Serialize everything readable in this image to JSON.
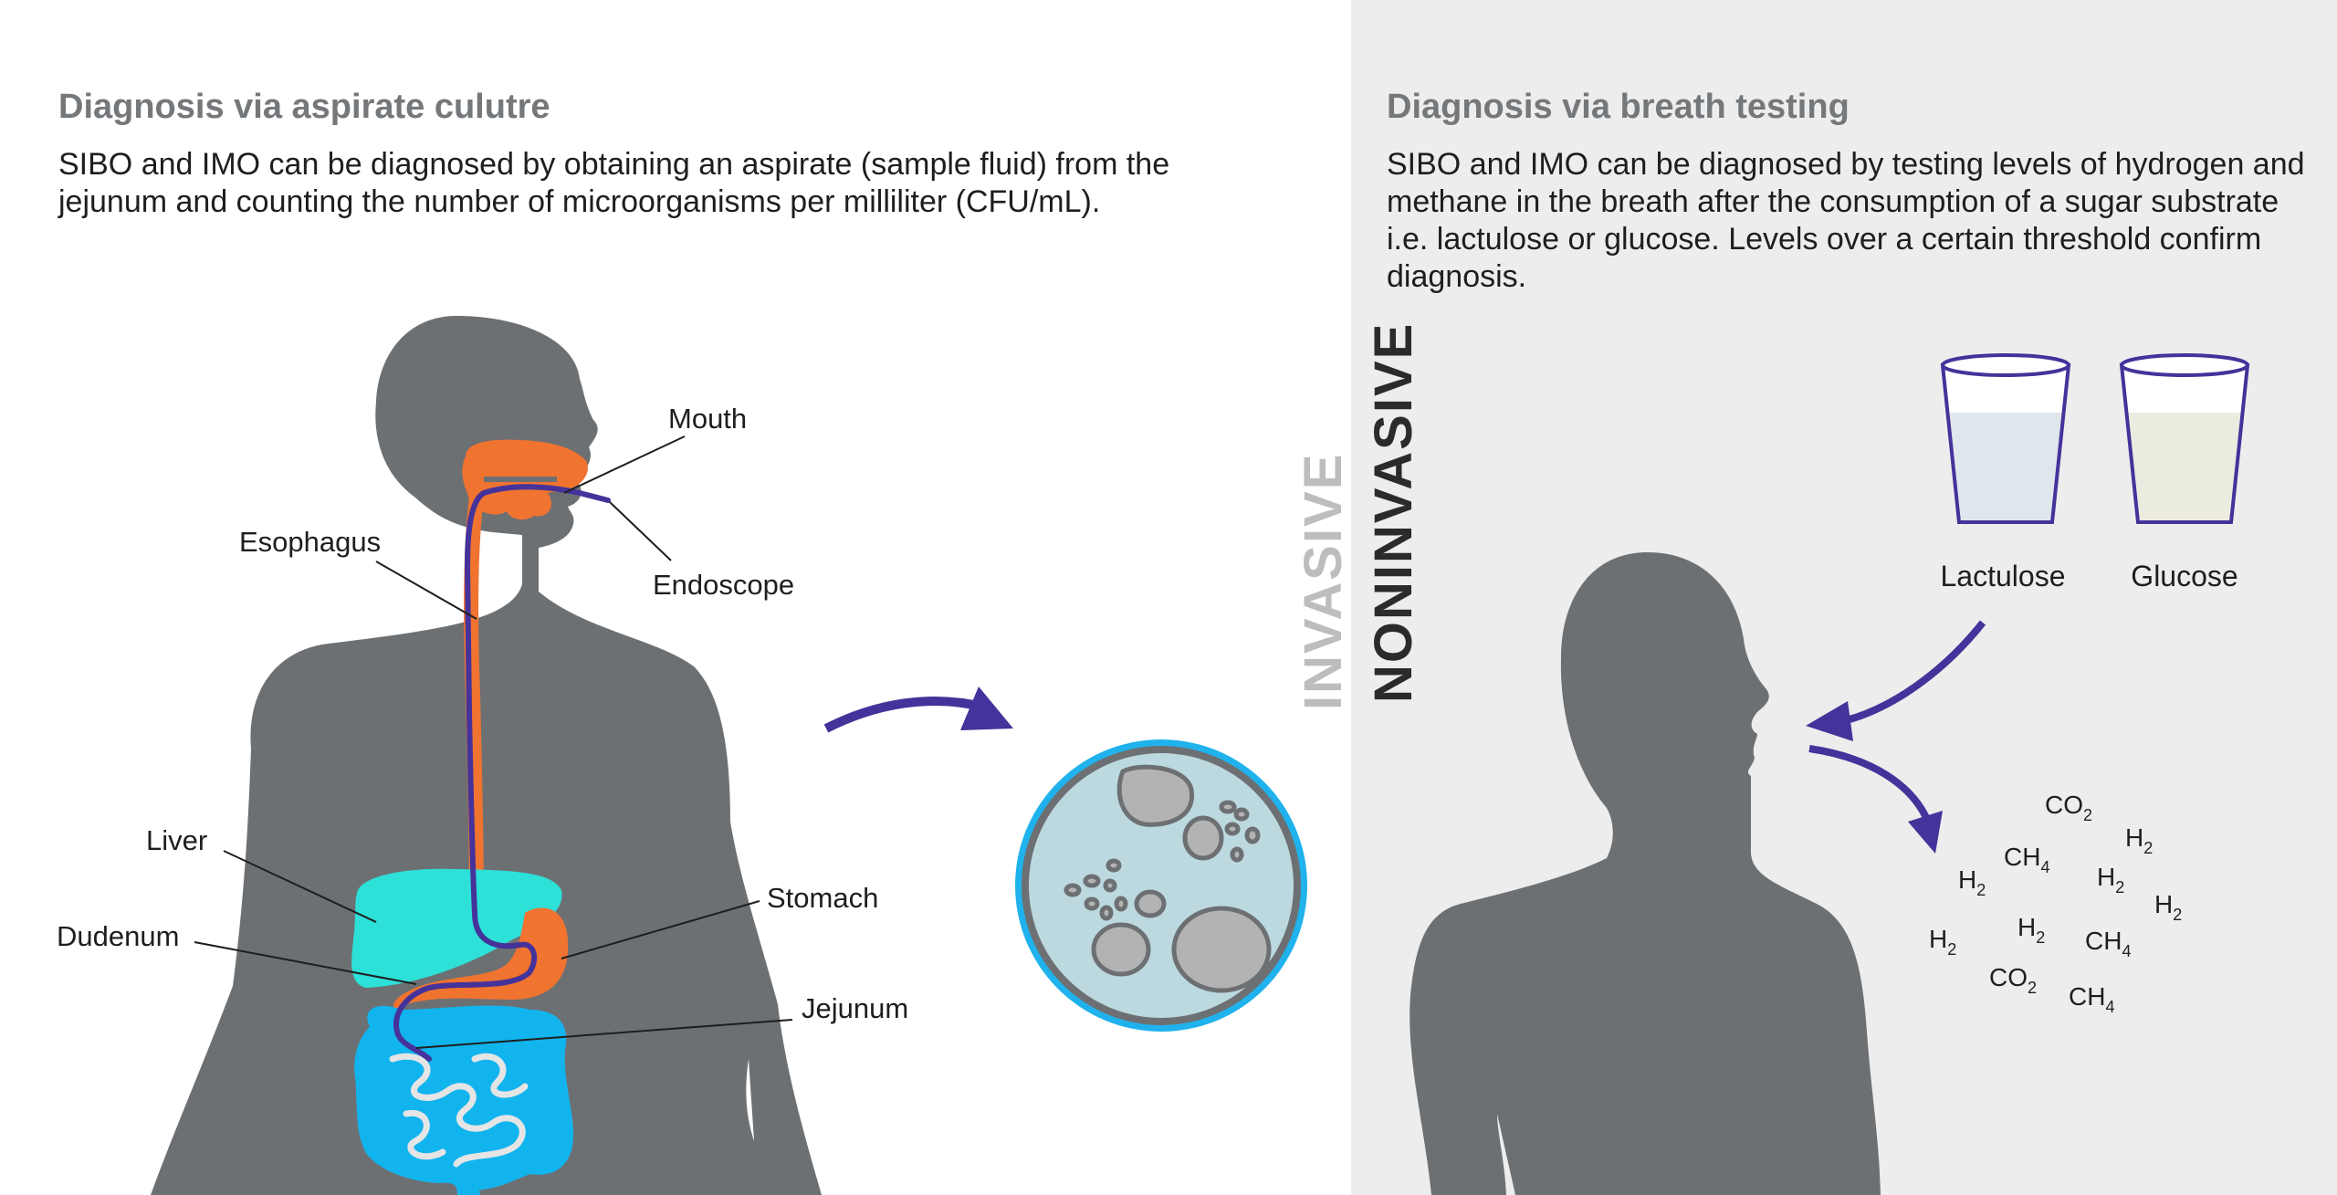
{
  "left": {
    "heading": "Diagnosis via aspirate culutre",
    "description": "SIBO and IMO can be diagnosed by obtaining an aspirate (sample fluid) from the jejunum and counting the number of microorganisms per milliliter (CFU/mL).",
    "labels": {
      "mouth": "Mouth",
      "esophagus": "Esophagus",
      "endoscope": "Endoscope",
      "liver": "Liver",
      "dudenum": "Dudenum",
      "stomach": "Stomach",
      "jejunum": "Jejunum"
    }
  },
  "right": {
    "heading": "Diagnosis via breath testing",
    "description": "SIBO and IMO can be diagnosed by testing levels of hydrogen and methane in the breath after the consumption of a sugar substrate i.e. lactulose or glucose. Levels over a certain threshold confirm diagnosis.",
    "cups": [
      "Lactulose",
      "Glucose"
    ],
    "gases": [
      {
        "base": "CO",
        "sub": "2"
      },
      {
        "base": "H",
        "sub": "2"
      },
      {
        "base": "CH",
        "sub": "4"
      },
      {
        "base": "H",
        "sub": "2"
      },
      {
        "base": "H",
        "sub": "2"
      },
      {
        "base": "H",
        "sub": "2"
      },
      {
        "base": "H",
        "sub": "2"
      },
      {
        "base": "H",
        "sub": "2"
      },
      {
        "base": "CH",
        "sub": "4"
      },
      {
        "base": "CO",
        "sub": "2"
      },
      {
        "base": "CH",
        "sub": "4"
      }
    ]
  },
  "axis": {
    "invasive": "INVASIVE",
    "noninvasive": "NONINVASIVE"
  },
  "colors": {
    "silhouette": "#6d7073",
    "orange": "#f07330",
    "purple": "#45329a",
    "teal": "#2de0d8",
    "intestine": "#12b4ee",
    "dish_fill": "#bcd9e0",
    "dish_ring": "#1fb2ec",
    "invasive_text": "#bdbdbd",
    "noninvasive_text": "#2b2b2b"
  }
}
